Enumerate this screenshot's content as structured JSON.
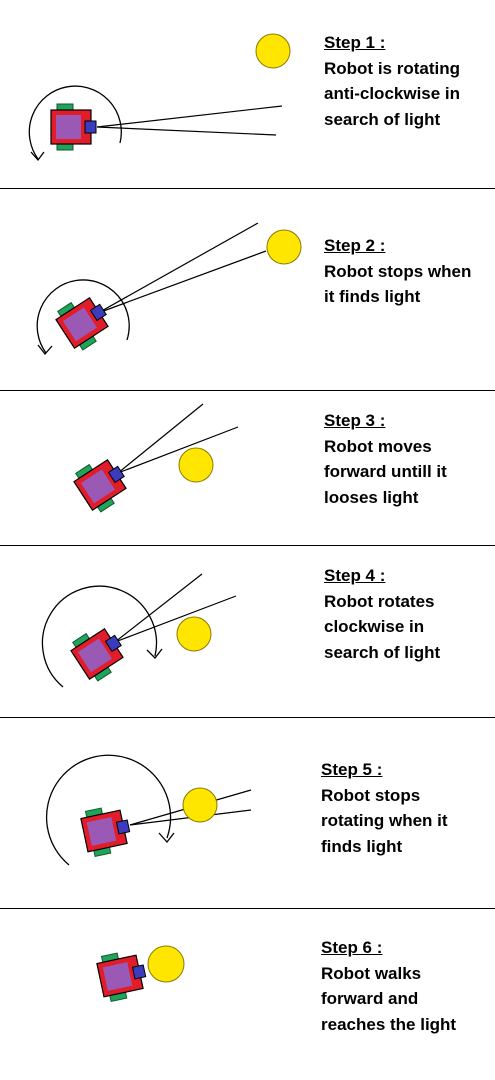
{
  "colors": {
    "robot_body": "#e11d2a",
    "robot_inner": "#9b59b6",
    "wheel": "#22a35a",
    "sensor": "#3b3bbd",
    "light": "#ffe600",
    "light_outline": "#8a7a00",
    "line": "#000000"
  },
  "steps": [
    {
      "title": "Step 1 :",
      "desc": "Robot is rotating\nanti-clockwise in\nsearch of light"
    },
    {
      "title": "Step 2 :",
      "desc": "Robot stops when\nit finds light"
    },
    {
      "title": "Step 3 :",
      "desc": "Robot moves\nforward untill it\nlooses light"
    },
    {
      "title": "Step 4 :",
      "desc": "Robot rotates\nclockwise in\nsearch of light"
    },
    {
      "title": "Step 5 :",
      "desc": "Robot stops\nrotating when it\nfinds light"
    },
    {
      "title": "Step 6 :",
      "desc": "Robot walks\nforward and\nreaches the light"
    }
  ]
}
